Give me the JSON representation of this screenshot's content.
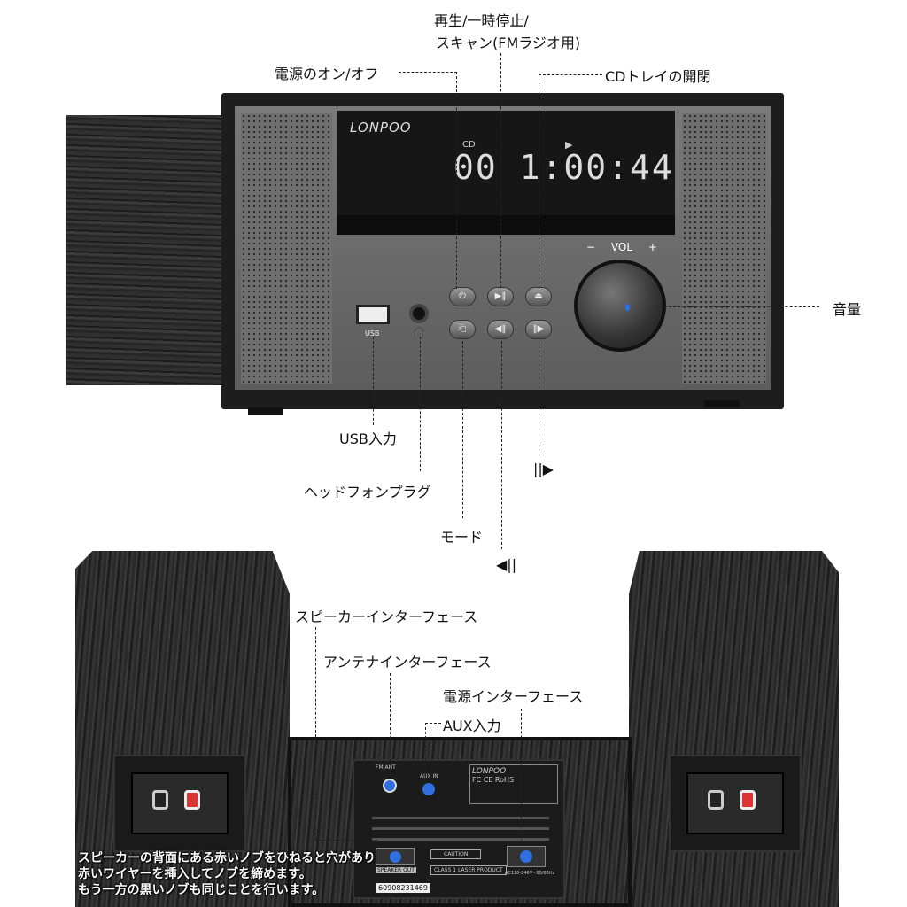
{
  "top_unit": {
    "brand": "LONPOO",
    "display": {
      "source": "CD",
      "readout": "00 1:00:44",
      "play_indicator": "▶"
    },
    "volume_label": {
      "minus": "−",
      "text": "VOL",
      "plus": "+"
    },
    "usb_label": "USB",
    "buttons": [
      {
        "icon": "power-icon",
        "glyph": "⏻"
      },
      {
        "icon": "play-pause-icon",
        "glyph": "▶‖"
      },
      {
        "icon": "eject-icon",
        "glyph": "⏏"
      },
      {
        "icon": "mode-icon",
        "glyph": "⎗"
      },
      {
        "icon": "previous-icon",
        "glyph": "◀‖"
      },
      {
        "icon": "next-icon",
        "glyph": "‖▶"
      }
    ]
  },
  "callouts": {
    "play_pause_line1": "再生/一時停止/",
    "play_pause_line2": "スキャン(FMラジオ用)",
    "power": "電源のオン/オフ",
    "cd_tray": "CDトレイの開閉",
    "volume": "音量",
    "usb_input": "USB入力",
    "headphone": "ヘッドフォンプラグ",
    "mode": "モード",
    "next": "||▶",
    "previous": "◀||",
    "speaker_interface": "スピーカーインターフェース",
    "antenna_interface": "アンテナインターフェース",
    "power_interface": "電源インターフェース",
    "aux_input": "AUX入力"
  },
  "back_panel": {
    "brand": "LONPOO",
    "fm_ant": "FM ANT",
    "aux_in": "AUX IN",
    "speaker_out": "SPEAKER OUT",
    "caution": "CAUTION",
    "laser": "CLASS 1 LASER PRODUCT",
    "serial": "60908231469",
    "ac": "AC110-240V~50/60Hz",
    "certs": "FC CE RoHS"
  },
  "caption": [
    "スピーカーの背面にある赤いノブをひねると穴があり",
    "赤いワイヤーを挿入してノブを締めます。",
    "もう一方の黒いノブも同じことを行います。"
  ],
  "colors": {
    "accent_knob": "#2f6fe0",
    "speaker_red": "#d33"
  }
}
